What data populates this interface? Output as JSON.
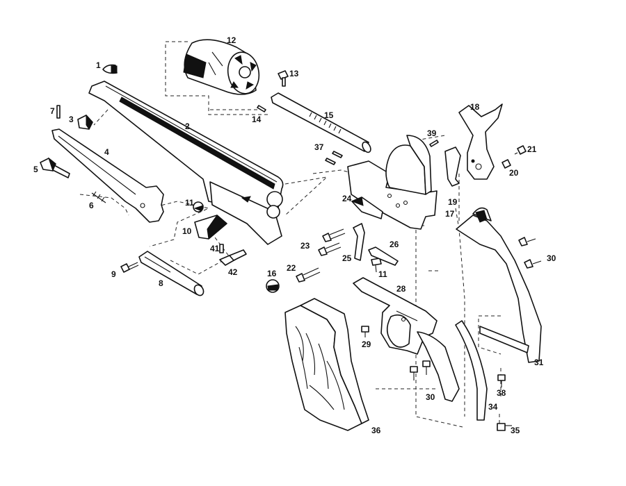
{
  "diagram": {
    "parts": [
      {
        "number": "1"
      },
      {
        "number": "2"
      },
      {
        "number": "3"
      },
      {
        "number": "4"
      },
      {
        "number": "5"
      },
      {
        "number": "6"
      },
      {
        "number": "7"
      },
      {
        "number": "8"
      },
      {
        "number": "9"
      },
      {
        "number": "10"
      },
      {
        "number": "11"
      },
      {
        "number": "11"
      },
      {
        "number": "12"
      },
      {
        "number": "13"
      },
      {
        "number": "14"
      },
      {
        "number": "15"
      },
      {
        "number": "16"
      },
      {
        "number": "17"
      },
      {
        "number": "18"
      },
      {
        "number": "19"
      },
      {
        "number": "20"
      },
      {
        "number": "21"
      },
      {
        "number": "22"
      },
      {
        "number": "23"
      },
      {
        "number": "24"
      },
      {
        "number": "25"
      },
      {
        "number": "26"
      },
      {
        "number": "28"
      },
      {
        "number": "29"
      },
      {
        "number": "30"
      },
      {
        "number": "30"
      },
      {
        "number": "31"
      },
      {
        "number": "34"
      },
      {
        "number": "35"
      },
      {
        "number": "36"
      },
      {
        "number": "37"
      },
      {
        "number": "38"
      },
      {
        "number": "39"
      },
      {
        "number": "41"
      },
      {
        "number": "42"
      }
    ]
  }
}
